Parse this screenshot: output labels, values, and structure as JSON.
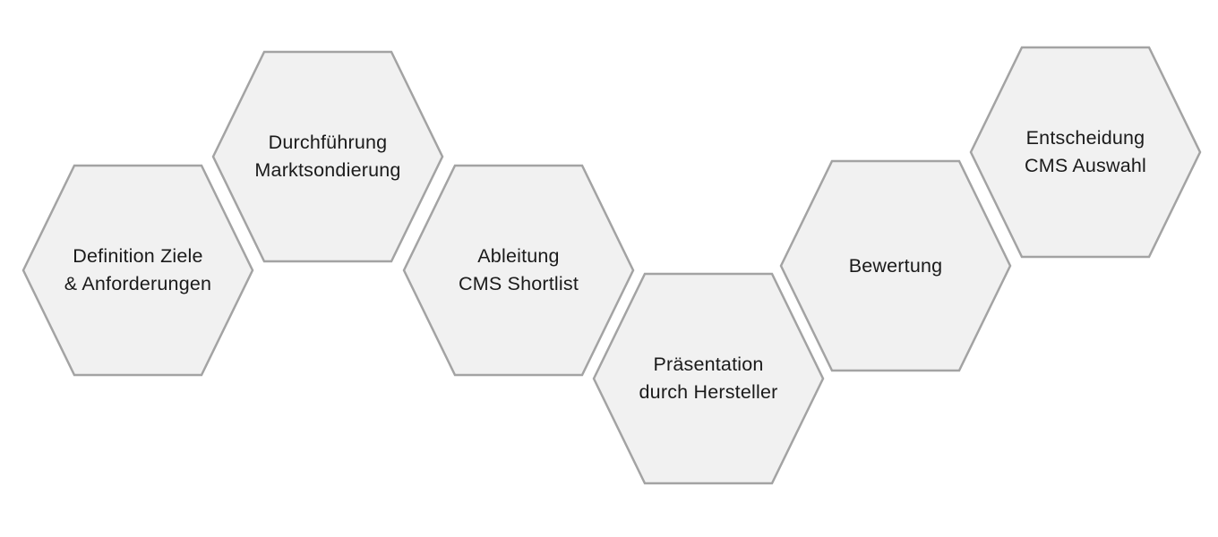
{
  "diagram": {
    "type": "hexagon-process-flow",
    "colors": {
      "background": "#ffffff",
      "hex_fill": "#f1f1f1",
      "hex_stroke": "#a3a3a3",
      "text": "#1a1a1a"
    },
    "steps": [
      {
        "line1": "Definition Ziele",
        "line2": "& Anforderungen"
      },
      {
        "line1": "Durchführung",
        "line2": "Marktsondierung"
      },
      {
        "line1": "Ableitung",
        "line2": "CMS Shortlist"
      },
      {
        "line1": "Präsentation",
        "line2": "durch Hersteller"
      },
      {
        "line1": "Bewertung",
        "line2": ""
      },
      {
        "line1": "Entscheidung",
        "line2": "CMS Auswahl"
      }
    ]
  }
}
